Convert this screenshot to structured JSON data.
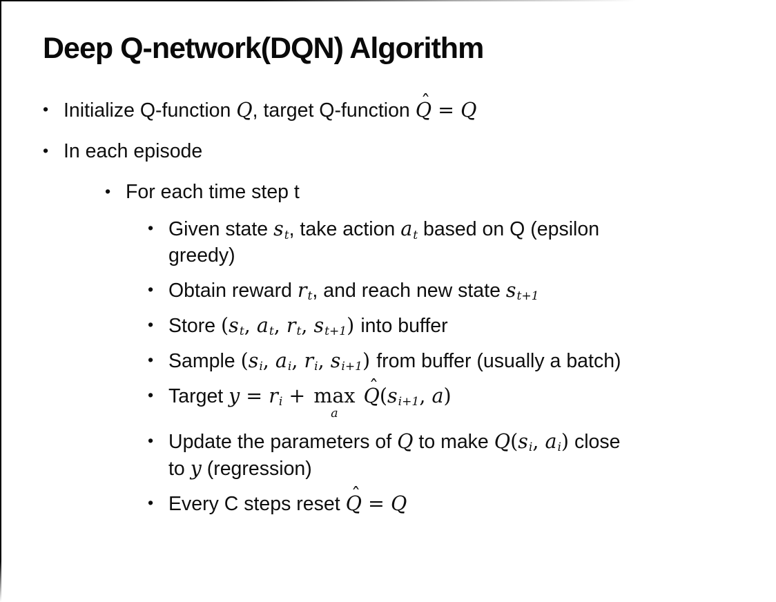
{
  "slide": {
    "title": "Deep Q-network(DQN) Algorithm",
    "bullet_glyph": "•",
    "bullets": [
      {
        "level": 1,
        "segments": [
          {
            "k": "t",
            "v": "Initialize Q-function "
          },
          {
            "k": "m",
            "v": "Q"
          },
          {
            "k": "t",
            "v": ", target Q-function "
          },
          {
            "k": "h",
            "v": "Q",
            "hat": "ˆ"
          },
          {
            "k": "r",
            "v": " = "
          },
          {
            "k": "m",
            "v": "Q"
          }
        ]
      },
      {
        "level": 1,
        "segments": [
          {
            "k": "t",
            "v": "In each episode"
          }
        ]
      },
      {
        "level": 2,
        "segments": [
          {
            "k": "t",
            "v": "For each time step t"
          }
        ]
      },
      {
        "level": 3,
        "segments": [
          {
            "k": "t",
            "v": "Given state "
          },
          {
            "k": "m",
            "v": "s"
          },
          {
            "k": "s",
            "v": "t"
          },
          {
            "k": "t",
            "v": ", take action "
          },
          {
            "k": "m",
            "v": "a"
          },
          {
            "k": "s",
            "v": "t"
          },
          {
            "k": "t",
            "v": " based on Q (epsilon"
          },
          {
            "k": "br"
          },
          {
            "k": "t",
            "v": "greedy)"
          }
        ]
      },
      {
        "level": 3,
        "segments": [
          {
            "k": "t",
            "v": "Obtain reward "
          },
          {
            "k": "m",
            "v": "r"
          },
          {
            "k": "s",
            "v": "t"
          },
          {
            "k": "t",
            "v": ", and reach new state "
          },
          {
            "k": "m",
            "v": "s"
          },
          {
            "k": "s",
            "v": "t+1"
          }
        ]
      },
      {
        "level": 3,
        "segments": [
          {
            "k": "t",
            "v": "Store "
          },
          {
            "k": "r",
            "v": "("
          },
          {
            "k": "m",
            "v": "s"
          },
          {
            "k": "s",
            "v": "t"
          },
          {
            "k": "r",
            "v": ", "
          },
          {
            "k": "m",
            "v": "a"
          },
          {
            "k": "s",
            "v": "t"
          },
          {
            "k": "r",
            "v": ", "
          },
          {
            "k": "m",
            "v": "r"
          },
          {
            "k": "s",
            "v": "t"
          },
          {
            "k": "r",
            "v": ", "
          },
          {
            "k": "m",
            "v": "s"
          },
          {
            "k": "s",
            "v": "t+1"
          },
          {
            "k": "r",
            "v": ") "
          },
          {
            "k": "t",
            "v": "into buffer"
          }
        ]
      },
      {
        "level": 3,
        "segments": [
          {
            "k": "t",
            "v": "Sample "
          },
          {
            "k": "r",
            "v": "("
          },
          {
            "k": "m",
            "v": "s"
          },
          {
            "k": "s",
            "v": "i"
          },
          {
            "k": "r",
            "v": ", "
          },
          {
            "k": "m",
            "v": "a"
          },
          {
            "k": "s",
            "v": "i"
          },
          {
            "k": "r",
            "v": ", "
          },
          {
            "k": "m",
            "v": "r"
          },
          {
            "k": "s",
            "v": "i"
          },
          {
            "k": "r",
            "v": ", "
          },
          {
            "k": "m",
            "v": "s"
          },
          {
            "k": "s",
            "v": "i+1"
          },
          {
            "k": "r",
            "v": ") "
          },
          {
            "k": "t",
            "v": "from buffer (usually a batch)"
          }
        ]
      },
      {
        "level": 3,
        "segments": [
          {
            "k": "t",
            "v": "Target "
          },
          {
            "k": "m",
            "v": "y"
          },
          {
            "k": "r",
            "v": " = "
          },
          {
            "k": "m",
            "v": "r"
          },
          {
            "k": "s",
            "v": "i"
          },
          {
            "k": "r",
            "v": " + "
          },
          {
            "k": "stack",
            "v": "max",
            "u": "a"
          },
          {
            "k": "r",
            "v": " "
          },
          {
            "k": "h",
            "v": "Q",
            "hat": "ˆ"
          },
          {
            "k": "r",
            "v": "("
          },
          {
            "k": "m",
            "v": "s"
          },
          {
            "k": "s",
            "v": "i+1"
          },
          {
            "k": "r",
            "v": ", "
          },
          {
            "k": "m",
            "v": "a"
          },
          {
            "k": "r",
            "v": ")"
          }
        ]
      },
      {
        "level": 3,
        "segments": [
          {
            "k": "t",
            "v": "Update the parameters of "
          },
          {
            "k": "m",
            "v": "Q"
          },
          {
            "k": "t",
            "v": " to make "
          },
          {
            "k": "m",
            "v": "Q"
          },
          {
            "k": "r",
            "v": "("
          },
          {
            "k": "m",
            "v": "s"
          },
          {
            "k": "s",
            "v": "i"
          },
          {
            "k": "r",
            "v": ", "
          },
          {
            "k": "m",
            "v": "a"
          },
          {
            "k": "s",
            "v": "i"
          },
          {
            "k": "r",
            "v": ")"
          },
          {
            "k": "t",
            "v": " close"
          },
          {
            "k": "br"
          },
          {
            "k": "t",
            "v": "to "
          },
          {
            "k": "m",
            "v": "y"
          },
          {
            "k": "t",
            "v": " (regression)"
          }
        ]
      },
      {
        "level": 3,
        "segments": [
          {
            "k": "t",
            "v": "Every C steps reset "
          },
          {
            "k": "h",
            "v": "Q",
            "hat": "ˆ"
          },
          {
            "k": "r",
            "v": " = "
          },
          {
            "k": "m",
            "v": "Q"
          }
        ]
      }
    ]
  }
}
